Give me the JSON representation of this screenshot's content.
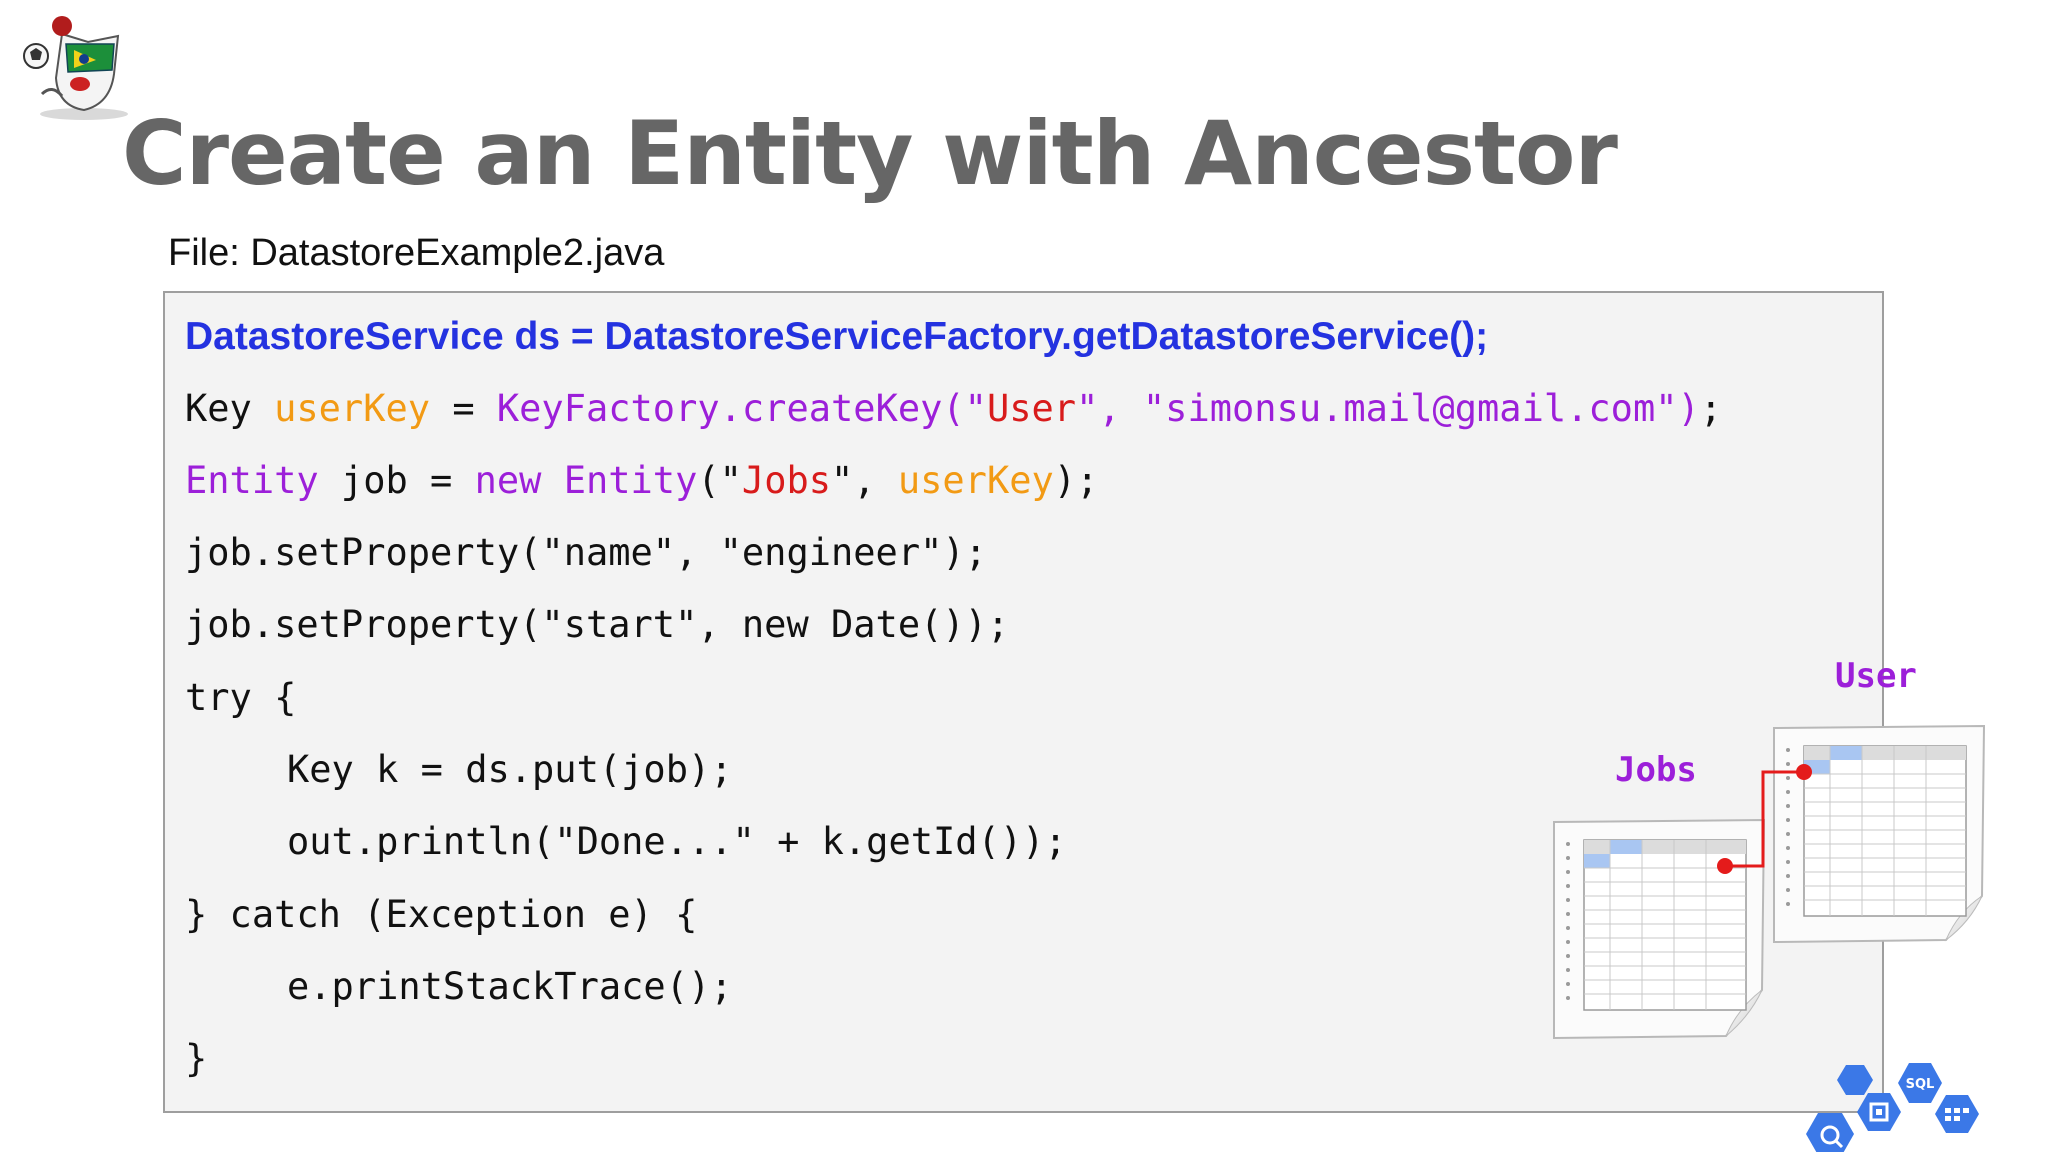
{
  "slide": {
    "title": "Create an Entity with Ancestor",
    "file_label": "File: DatastoreExample2.java"
  },
  "code": {
    "line1": "DatastoreService ds = DatastoreServiceFactory.getDatastoreService();",
    "line2": [
      {
        "text": "Key ",
        "color": "dark"
      },
      {
        "text": "userKey",
        "color": "orange"
      },
      {
        "text": " = ",
        "color": "dark"
      },
      {
        "text": "KeyFactory.createKey(\"",
        "color": "purple"
      },
      {
        "text": "User",
        "color": "red"
      },
      {
        "text": "\", \"simonsu.mail@gmail.com\")",
        "color": "purple"
      },
      {
        "text": ";",
        "color": "dark"
      }
    ],
    "line3": [
      {
        "text": "Entity",
        "color": "purple"
      },
      {
        "text": " job = ",
        "color": "dark"
      },
      {
        "text": "new Entity",
        "color": "purple"
      },
      {
        "text": "(\"",
        "color": "dark"
      },
      {
        "text": "Jobs",
        "color": "red"
      },
      {
        "text": "\", ",
        "color": "dark"
      },
      {
        "text": "userKey",
        "color": "orange"
      },
      {
        "text": ");",
        "color": "dark"
      }
    ],
    "line4": "job.setProperty(\"name\", \"engineer\");",
    "line5": "job.setProperty(\"start\", new Date());",
    "line6": "try {",
    "line7": "Key k = ds.put(job);",
    "line8": "out.println(\"Done...\" + k.getId());",
    "line9": "} catch (Exception e) {",
    "line10": "e.printStackTrace();",
    "line11": "}"
  },
  "diagram": {
    "user_label": "User",
    "jobs_label": "Jobs",
    "link_color": "#e41b1b",
    "label_color": "#9c1fd9"
  },
  "colors": {
    "title": "#666666",
    "code_blue": "#2432e0",
    "code_purple": "#9c1fd9",
    "code_orange": "#f29a14",
    "code_red": "#d81b1b",
    "panel_bg": "#f3f3f3"
  },
  "icons": {
    "logo": "duke-mascot-icon",
    "gcp": [
      "bigquery-icon",
      "compute-engine-icon",
      "cloud-sql-icon",
      "datastore-icon"
    ],
    "gcp_sql_text": "SQL"
  }
}
